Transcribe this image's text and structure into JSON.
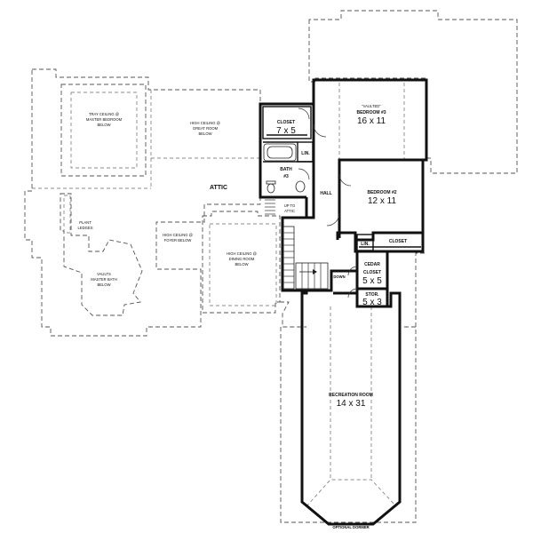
{
  "rooms": {
    "tray_ceiling": {
      "line1": "TRAY CEILING @",
      "line2": "MASTER BEDROOM",
      "line3": "BELOW"
    },
    "great_room": {
      "line1": "HIGH CEILING @",
      "line2": "GREAT ROOM",
      "line3": "BELOW"
    },
    "closet_main": {
      "name": "CLOSET",
      "dims": "7 x 5"
    },
    "lin_upper": {
      "name": "LIN."
    },
    "bath3": {
      "name": "BATH",
      "num": "#3"
    },
    "bedroom3": {
      "vaulted": "\"VAULTED\"",
      "name": "BEDROOM #3",
      "dims": "16 x 11"
    },
    "bedroom2": {
      "name": "BEDROOM #2",
      "dims": "12 x 11"
    },
    "hall": {
      "name": "HALL"
    },
    "attic": {
      "name": "ATTIC"
    },
    "up_to_attic": {
      "line1": "UP TO",
      "line2": "ATTIC"
    },
    "plant_ledges": {
      "line1": "PLANT",
      "line2": "LEDGES"
    },
    "foyer": {
      "line1": "HIGH CEILING @",
      "line2": "FOYER BELOW"
    },
    "dining": {
      "line1": "HIGH CEILING @",
      "line2": "DINING ROOM",
      "line3": "BELOW"
    },
    "master_bath": {
      "line1": "VAULTS",
      "line2": "MASTER BATH",
      "line3": "BELOW"
    },
    "lin_lower": {
      "name": "LIN."
    },
    "closet_lower": {
      "name": "CLOSET"
    },
    "cedar_closet": {
      "name": "CEDAR",
      "name2": "CLOSET",
      "dims": "5 x 5"
    },
    "stor": {
      "name": "STOR.",
      "dims": "5 x 3"
    },
    "down": {
      "name": "DOWN"
    },
    "recreation": {
      "name": "RECREATION ROOM",
      "dims": "14 x 31"
    },
    "dormer": {
      "name": "OPTIONAL DORMER"
    }
  }
}
